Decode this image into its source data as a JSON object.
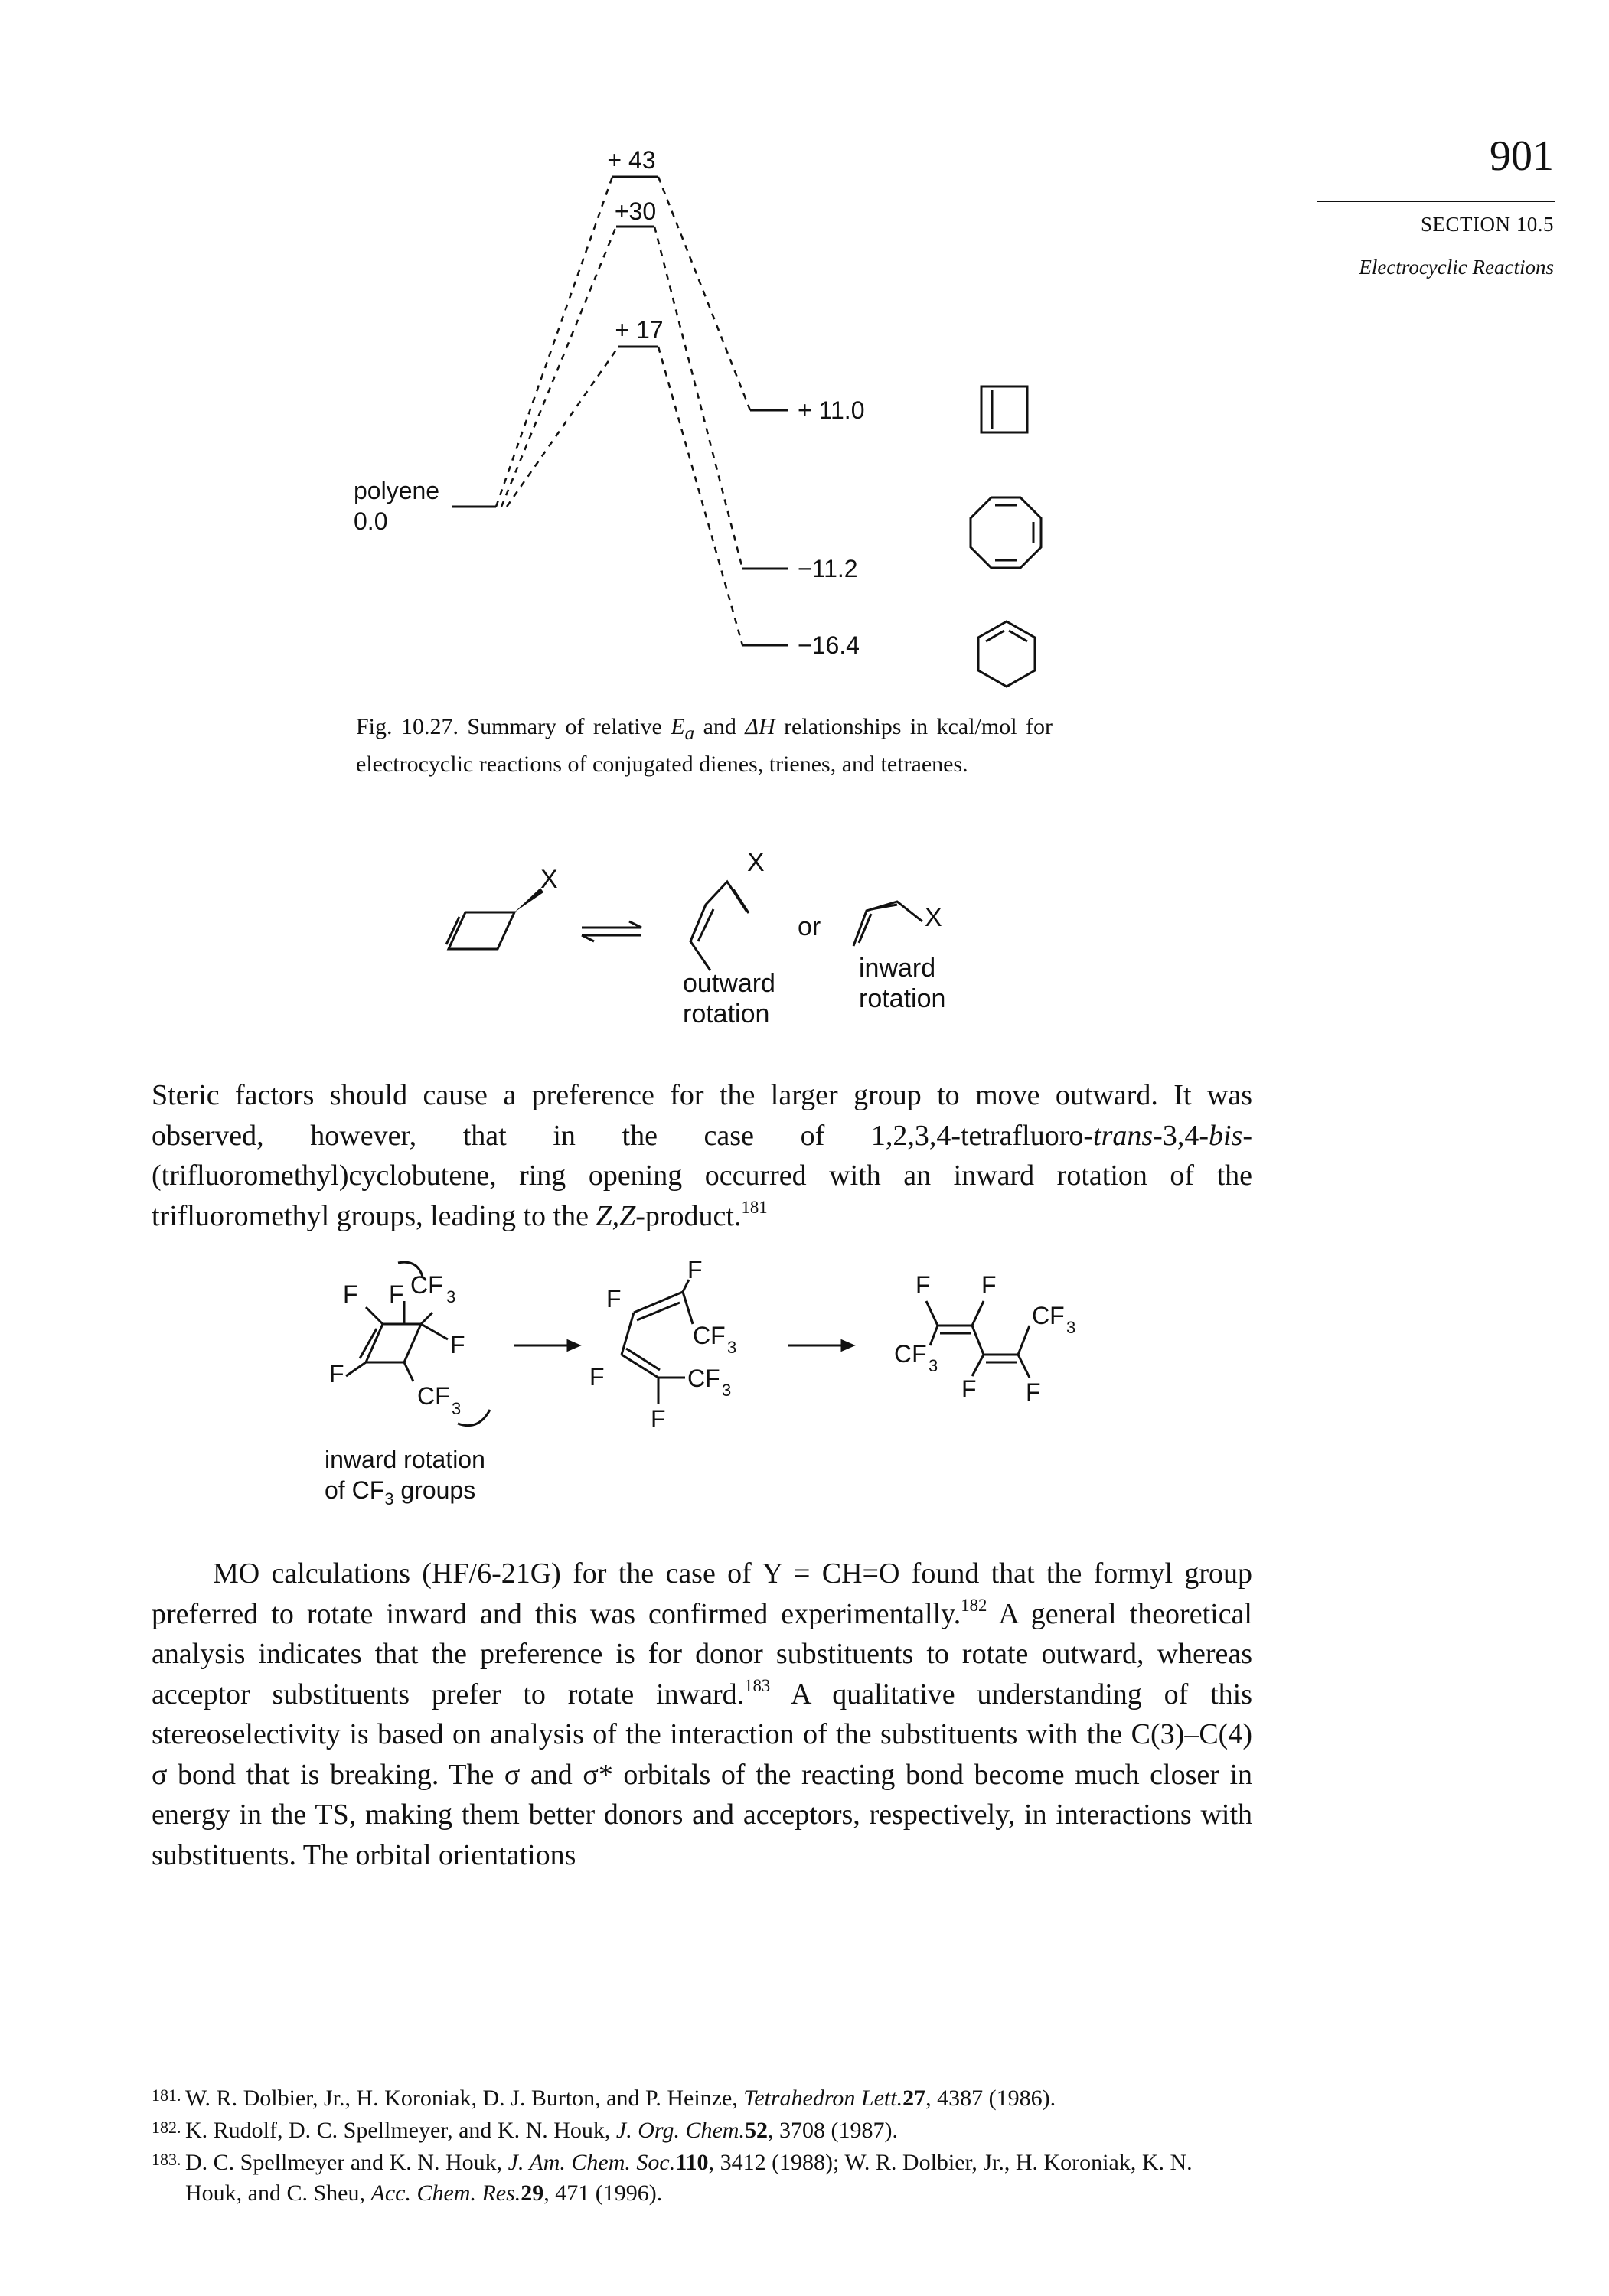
{
  "header": {
    "page_number": "901",
    "section_label": "SECTION 10.5",
    "section_title": "Electrocyclic Reactions"
  },
  "energy_diagram": {
    "labels": {
      "ts_cyclobutene": "+ 43",
      "ts_octatetraene": "+30",
      "ts_hexadiene": "+ 17",
      "cyclobutene": "+ 11.0",
      "cyclooctatriene": "−11.2",
      "cyclohexadiene": "−16.4",
      "polyene": "polyene",
      "polyene_energy": "0.0"
    },
    "energies_kcal_mol": {
      "polyene": 0.0,
      "transition_states": [
        43,
        30,
        17
      ],
      "products": [
        11.0,
        -11.2,
        -16.4
      ]
    }
  },
  "figure_caption": {
    "prefix": "Fig. 10.27. Summary of relative ",
    "ea_symbol": "E",
    "ea_sub": "a",
    "mid": " and ",
    "dh": "ΔH",
    "suffix": " relationships in kcal/mol for electrocyclic reactions of conjugated dienes, trienes, and tetraenes."
  },
  "rotation_scheme": {
    "x_label": "X",
    "or_label": "or",
    "outward_line1": "outward",
    "outward_line2": "rotation",
    "inward_line1": "inward",
    "inward_line2": "rotation"
  },
  "paragraph1": {
    "t1": "Steric factors should cause a preference for the larger group to move outward. It was observed, however, that in the case of 1,2,3,4-tetrafluoro-",
    "trans": "trans",
    "t2": "-3,4-",
    "bis": "bis",
    "t3": "-(trifluoromethyl)cyclobutene, ring opening occurred with an inward rotation of the trifluoromethyl groups, leading to the ",
    "zz": "Z,Z",
    "t4": "-product.",
    "ref": "181"
  },
  "cf3_scheme": {
    "F": "F",
    "CF3": "CF",
    "sub3": "3",
    "caption_line1": "inward rotation",
    "caption_line2": "of CF",
    "caption_line2_end": " groups"
  },
  "paragraph2": {
    "t1": "MO calculations (HF/6-21G) for the case of Y = CH=O found that the formyl group preferred to rotate inward and this was confirmed experimentally.",
    "ref1": "182",
    "t2": " A general theoretical analysis indicates that the preference is for donor substituents to rotate outward, whereas acceptor substituents prefer to rotate inward.",
    "ref2": "183",
    "t3": " A qualitative understanding of this stereoselectivity is based on analysis of the interaction of the substituents with the C(3)–C(4) σ bond that is breaking. The σ and σ* orbitals of the reacting bond become much closer in energy in the TS, making them better donors and acceptors, respectively, in interactions with substituents. The orbital orientations"
  },
  "references": [
    {
      "num": "181.",
      "authors": "W. R. Dolbier, Jr., H. Koroniak, D. J. Burton, and P. Heinze, ",
      "journal": "Tetrahedron Lett.",
      "vol": "27",
      "rest": ", 4387 (1986)."
    },
    {
      "num": "182.",
      "authors": "K. Rudolf, D. C. Spellmeyer, and K. N. Houk, ",
      "journal": "J. Org. Chem.",
      "vol": "52",
      "rest": ", 3708 (1987)."
    },
    {
      "num": "183.",
      "authors": "D. C. Spellmeyer and K. N. Houk, ",
      "journal": "J. Am. Chem. Soc.",
      "vol": "110",
      "rest": ", 3412 (1988); W. R. Dolbier, Jr., H. Koroniak, K. N. Houk, and C. Sheu, ",
      "journal2": "Acc. Chem. Res.",
      "vol2": "29",
      "rest2": ", 471 (1996)."
    }
  ]
}
